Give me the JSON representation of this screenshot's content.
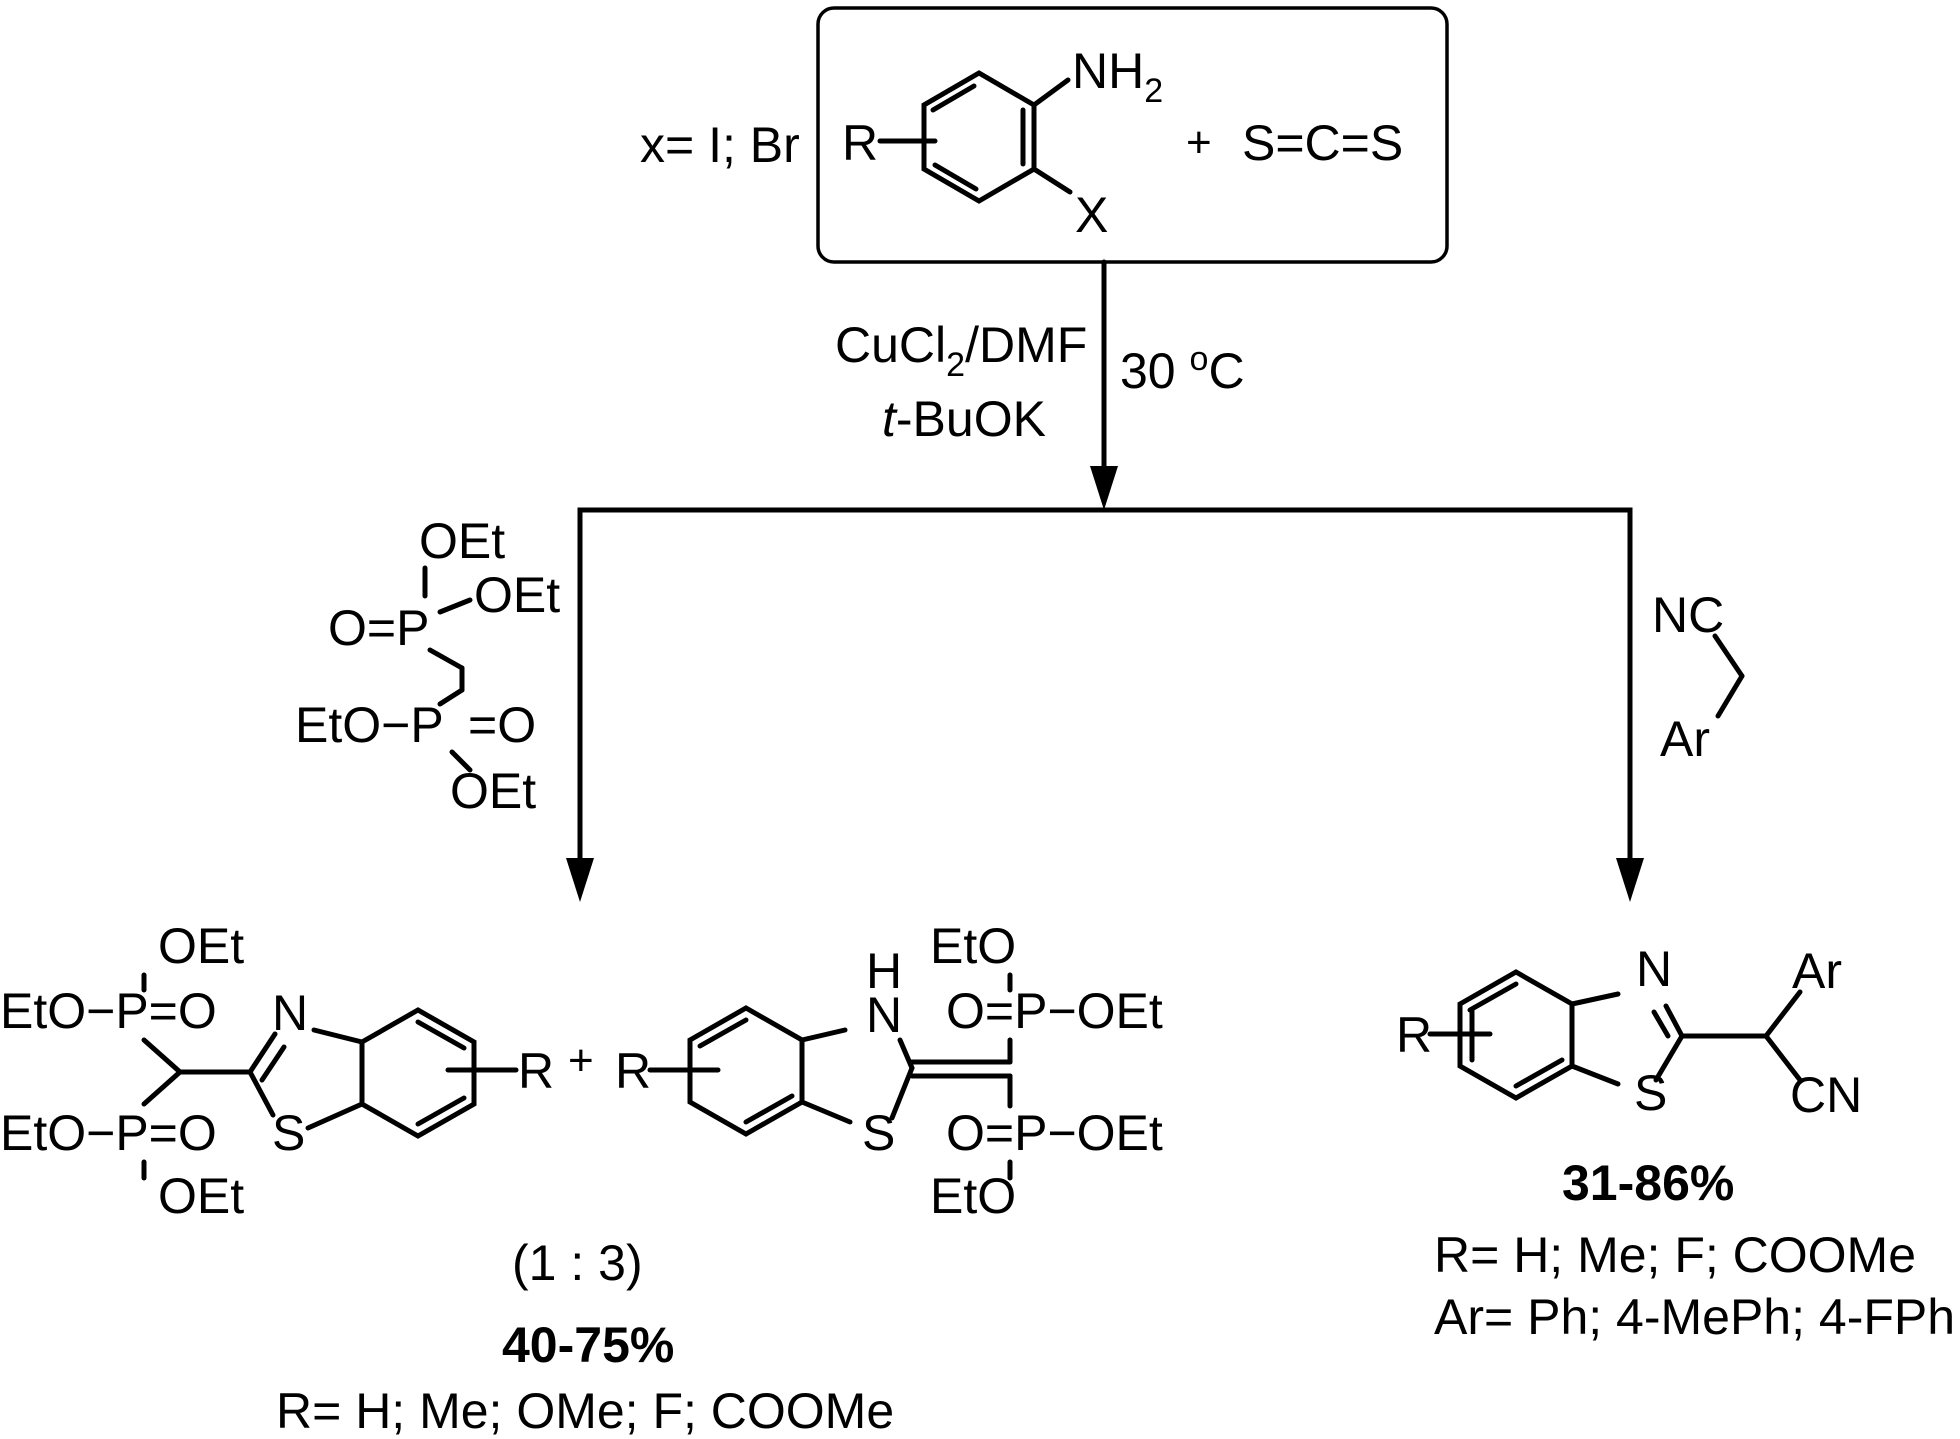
{
  "starting_materials": {
    "x_definition": "x= I; Br",
    "aniline": {
      "nh2_main": "NH",
      "nh2_sub": "2",
      "r_label": "R",
      "x_label": "X"
    },
    "plus": "+",
    "cs2": "S=C=S"
  },
  "conditions": {
    "catalyst_main": "CuCl",
    "catalyst_sub": "2",
    "catalyst_rest": "/DMF",
    "temperature_num": "30 ",
    "temperature_sup": "o",
    "temperature_unit": "C",
    "base_italic": "t",
    "base_rest": "-BuOK"
  },
  "left_branch": {
    "reagent": {
      "oet_top": "OEt",
      "oet_right": "OEt",
      "o_eq_p": "O=P",
      "eto_p": "EtO−P",
      "eq_o": "=O",
      "oet_bottom": "OEt"
    },
    "product_a": {
      "oet_1": "OEt",
      "eto_p_1": "EtO−P=O",
      "eto_p_2": "EtO−P=O",
      "oet_2": "OEt",
      "n_label": "N",
      "s_label": "S",
      "r_label": "R"
    },
    "plus": "+",
    "product_b": {
      "h_label": "H",
      "n_label": "N",
      "s_label": "S",
      "r_label": "R",
      "eto_1": "EtO",
      "o_p_oet_1": "O=P−OEt",
      "o_p_oet_2": "O=P−OEt",
      "eto_2": "EtO"
    },
    "ratio": "(1 : 3)",
    "yield": "40-75%",
    "r_scope": "R= H; Me; OMe; F; COOMe"
  },
  "right_branch": {
    "reagent": {
      "nc": "NC",
      "ar": "Ar"
    },
    "product": {
      "r_label": "R",
      "n_label": "N",
      "s_label": "S",
      "ar_label": "Ar",
      "cn_label": "CN"
    },
    "yield": "31-86%",
    "r_scope": "R= H; Me; F; COOMe",
    "ar_scope": "Ar= Ph; 4-MePh; 4-FPh"
  }
}
